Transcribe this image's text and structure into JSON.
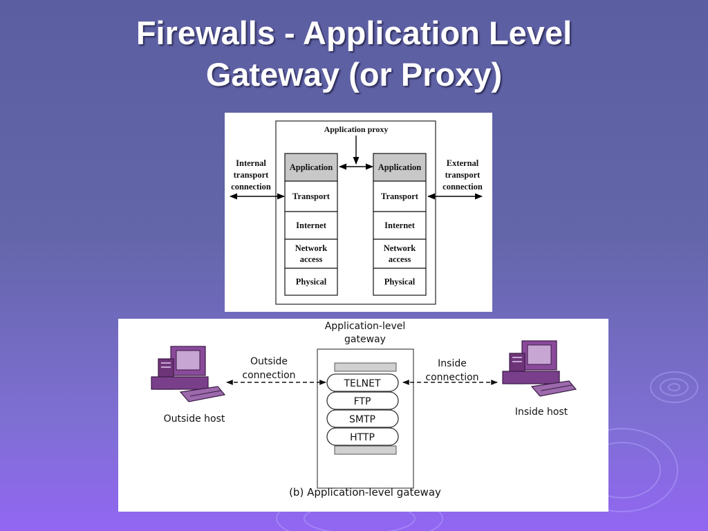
{
  "title": {
    "line1": "Firewalls - Application Level",
    "line2": "Gateway (or Proxy)"
  },
  "diagram_a": {
    "proxy_label": "Application proxy",
    "left_note": [
      "Internal",
      "transport",
      "connection"
    ],
    "right_note": [
      "External",
      "transport",
      "connection"
    ],
    "layers": [
      "Application",
      "Transport",
      "Internet",
      "Network access",
      "Physical"
    ],
    "layer_lines": [
      [
        "Application"
      ],
      [
        "Transport"
      ],
      [
        "Internet"
      ],
      [
        "Network",
        "access"
      ],
      [
        "Physical"
      ]
    ]
  },
  "diagram_b": {
    "gateway_label": [
      "Application-level",
      "gateway"
    ],
    "outside_conn": [
      "Outside",
      "connection"
    ],
    "inside_conn": [
      "Inside",
      "connection"
    ],
    "outside_host": "Outside host",
    "inside_host": "Inside host",
    "protocols": [
      "TELNET",
      "FTP",
      "SMTP",
      "HTTP"
    ],
    "caption": "(b) Application-level gateway"
  },
  "colors": {
    "bg_top": "#5c5ea2",
    "bg_bottom": "#9266f2",
    "layer_shaded": "#c8c8c8",
    "computer_purple": "#7a3f8a"
  }
}
